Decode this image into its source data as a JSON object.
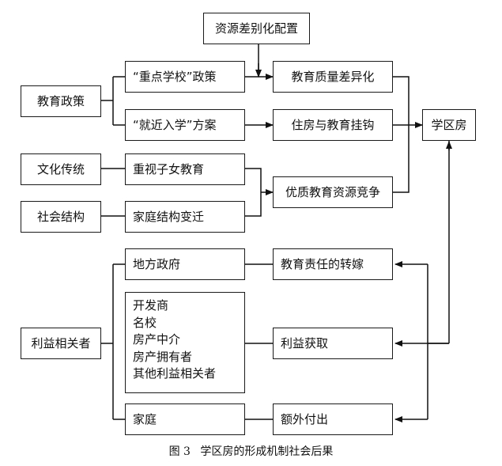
{
  "nodes": {
    "resource_alloc": "资源差别化配置",
    "edu_policy": "教育政策",
    "key_schools": "“重点学校”政策",
    "nearby_enroll": "“就近入学”方案",
    "edu_quality": "教育质量差异化",
    "housing_edu": "住房与教育挂钩",
    "school_district": "学区房",
    "culture": "文化传统",
    "value_children": "重视子女教育",
    "social_structure": "社会结构",
    "family_change": "家庭结构变迁",
    "competition": "优质教育资源竞争",
    "stakeholders": "利益相关者",
    "local_gov": "地方政府",
    "market_actors": [
      "开发商",
      "名校",
      "房产中介",
      "房产拥有者",
      "其他利益相关者"
    ],
    "family": "家庭",
    "resp_transfer": "教育责任的转嫁",
    "profit": "利益获取",
    "extra_cost": "额外付出"
  },
  "caption": {
    "figure": "图 3",
    "title": "学区房的形成机制社会后果"
  }
}
